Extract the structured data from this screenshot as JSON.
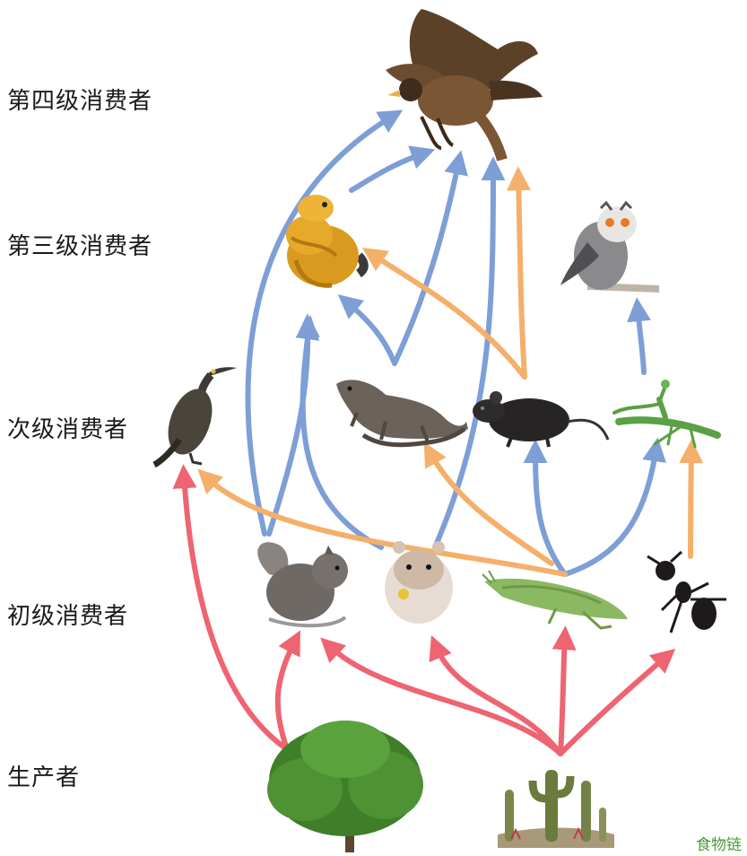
{
  "levels": [
    {
      "id": "quaternary",
      "label": "第四级消费者"
    },
    {
      "id": "tertiary",
      "label": "第三级消费者"
    },
    {
      "id": "secondary",
      "label": "次级消费者"
    },
    {
      "id": "primary",
      "label": "初级消费者"
    },
    {
      "id": "producer",
      "label": "生产者"
    }
  ],
  "caption": "食物链",
  "organisms": [
    {
      "id": "eagle",
      "icon": "eagle-icon"
    },
    {
      "id": "snake",
      "icon": "snake-icon"
    },
    {
      "id": "owl",
      "icon": "owl-icon"
    },
    {
      "id": "cormorant",
      "icon": "cormorant-icon"
    },
    {
      "id": "lizard",
      "icon": "lizard-icon"
    },
    {
      "id": "rat",
      "icon": "rat-icon"
    },
    {
      "id": "mantis",
      "icon": "mantis-icon"
    },
    {
      "id": "squirrel",
      "icon": "squirrel-icon"
    },
    {
      "id": "hamster",
      "icon": "hamster-icon"
    },
    {
      "id": "grasshopper",
      "icon": "grasshopper-icon"
    },
    {
      "id": "ant",
      "icon": "ant-icon"
    },
    {
      "id": "tree",
      "icon": "tree-icon"
    },
    {
      "id": "cactus",
      "icon": "cactus-icon"
    }
  ],
  "arrow_colors": {
    "producer_links": "#ee6470",
    "blue_links": "#7d9fd6",
    "orange_links": "#f4b06b"
  }
}
